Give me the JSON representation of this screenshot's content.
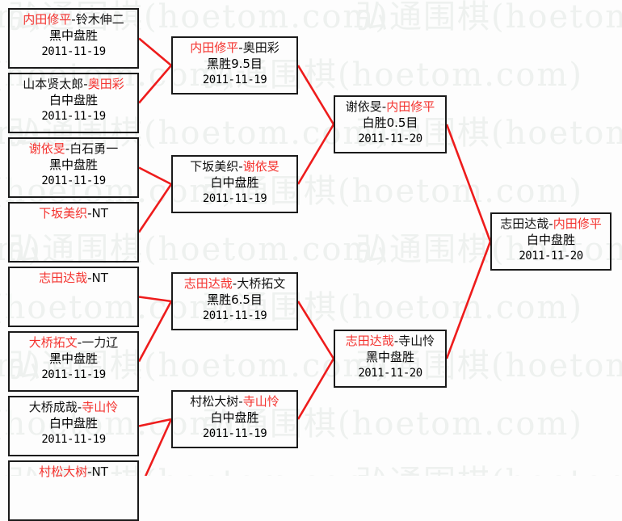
{
  "watermark": {
    "text": "弘通围棋(hoetom.com)",
    "color": "#eef1ef"
  },
  "colors": {
    "winner": "#f4332f",
    "loser": "#111111",
    "connector": "#ee1c1c",
    "box_border": "#1a1a1a",
    "background": "#fdfdfd"
  },
  "bracket": {
    "round1": [
      {
        "id": "r1-m1",
        "winner": "内田修平",
        "sep": "-",
        "loser": "铃木伸二",
        "winner_first": true,
        "result": "黑中盘胜",
        "date": "2011-11-19"
      },
      {
        "id": "r1-m2",
        "winner": "奥田彩",
        "sep": "-",
        "loser": "山本贤太郎",
        "winner_first": false,
        "result": "白中盘胜",
        "date": "2011-11-19"
      },
      {
        "id": "r1-m3",
        "winner": "谢依旻",
        "sep": "-",
        "loser": "白石勇一",
        "winner_first": true,
        "result": "黑中盘胜",
        "date": "2011-11-19"
      },
      {
        "id": "r1-m4",
        "winner": "下坂美织",
        "sep": "-",
        "loser": "NT",
        "winner_first": true,
        "result": "",
        "date": ""
      },
      {
        "id": "r1-m5",
        "winner": "志田达哉",
        "sep": "-",
        "loser": "NT",
        "winner_first": true,
        "result": "",
        "date": ""
      },
      {
        "id": "r1-m6",
        "winner": "大桥拓文",
        "sep": "-",
        "loser": "一力辽",
        "winner_first": true,
        "result": "黑中盘胜",
        "date": "2011-11-19"
      },
      {
        "id": "r1-m7",
        "winner": "寺山怜",
        "sep": "-",
        "loser": "大桥成哉",
        "winner_first": false,
        "result": "白中盘胜",
        "date": "2011-11-19"
      },
      {
        "id": "r1-m8",
        "winner": "村松大树",
        "sep": "-",
        "loser": "NT",
        "winner_first": true,
        "result": "",
        "date": ""
      }
    ],
    "round2": [
      {
        "id": "r2-m1",
        "winner": "内田修平",
        "sep": "-",
        "loser": "奥田彩",
        "winner_first": true,
        "result": "黑胜9.5目",
        "date": "2011-11-19"
      },
      {
        "id": "r2-m2",
        "winner": "谢依旻",
        "sep": "-",
        "loser": "下坂美织",
        "winner_first": false,
        "result": "白中盘胜",
        "date": "2011-11-19"
      },
      {
        "id": "r2-m3",
        "winner": "志田达哉",
        "sep": "-",
        "loser": "大桥拓文",
        "winner_first": true,
        "result": "黑胜6.5目",
        "date": "2011-11-19"
      },
      {
        "id": "r2-m4",
        "winner": "寺山怜",
        "sep": "-",
        "loser": "村松大树",
        "winner_first": false,
        "result": "白中盘胜",
        "date": "2011-11-19"
      }
    ],
    "round3": [
      {
        "id": "r3-m1",
        "winner": "内田修平",
        "sep": "-",
        "loser": "谢依旻",
        "winner_first": false,
        "result": "白胜0.5目",
        "date": "2011-11-20"
      },
      {
        "id": "r3-m2",
        "winner": "志田达哉",
        "sep": "-",
        "loser": "寺山怜",
        "winner_first": true,
        "result": "黑中盘胜",
        "date": "2011-11-20"
      }
    ],
    "final": [
      {
        "id": "r4-m1",
        "winner": "内田修平",
        "sep": "-",
        "loser": "志田达哉",
        "winner_first": false,
        "result": "白中盘胜",
        "date": "2011-11-20"
      }
    ]
  }
}
